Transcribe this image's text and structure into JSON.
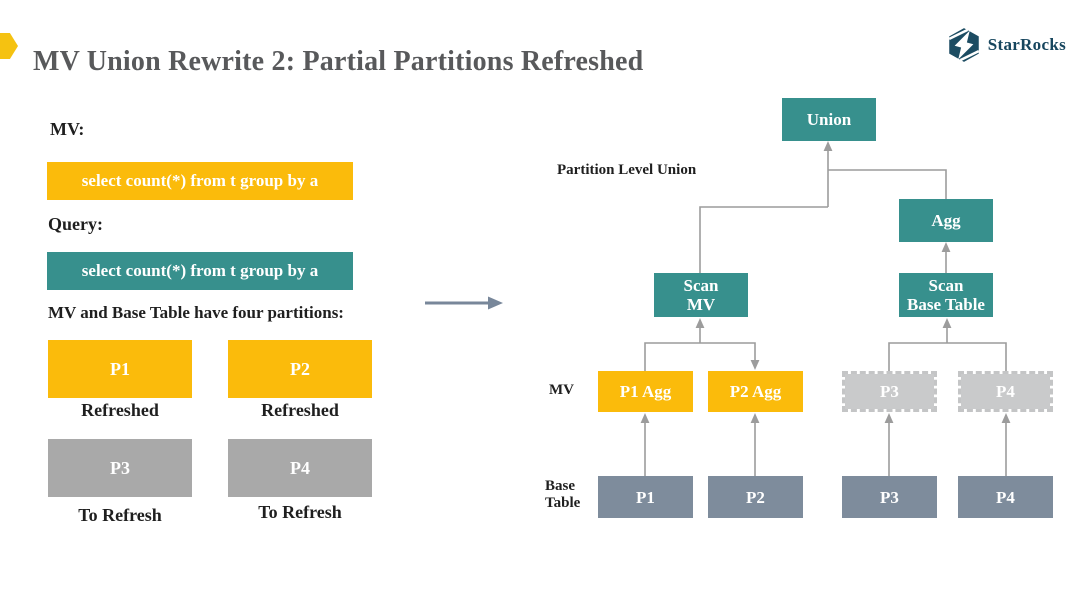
{
  "slide": {
    "title": "MV Union Rewrite 2: Partial Partitions Refreshed",
    "brand": "StarRocks"
  },
  "colors": {
    "yellow": "#FBBB0B",
    "teal": "#37908D",
    "gray": "#A9A9A9",
    "light_gray": "#C9CACB",
    "slate_blue": "#7E8C9C",
    "connector_gray": "#9C9C9C",
    "title_gray": "#58595B",
    "brand_navy": "#17465E"
  },
  "left_panel": {
    "mv_label": "MV:",
    "mv_sql": "select count(*) from t group by a",
    "query_label": "Query:",
    "query_sql": "select count(*) from t group by a",
    "partitions_heading": "MV and Base Table have four partitions:",
    "partitions": [
      {
        "name": "P1",
        "status": "Refreshed"
      },
      {
        "name": "P2",
        "status": "Refreshed"
      },
      {
        "name": "P3",
        "status": "To Refresh"
      },
      {
        "name": "P4",
        "status": "To Refresh"
      }
    ]
  },
  "diagram": {
    "partition_level_union_label": "Partition Level Union",
    "mv_row_label": "MV",
    "base_row_label_line1": "Base",
    "base_row_label_line2": "Table",
    "nodes": {
      "union": "Union",
      "agg": "Agg",
      "scan_mv_line1": "Scan",
      "scan_mv_line2": "MV",
      "scan_bt_line1": "Scan",
      "scan_bt_line2": "Base Table",
      "p1_agg": "P1 Agg",
      "p2_agg": "P2 Agg",
      "p3_mv": "P3",
      "p4_mv": "P4",
      "p1_base": "P1",
      "p2_base": "P2",
      "p3_base": "P3",
      "p4_base": "P4"
    }
  }
}
